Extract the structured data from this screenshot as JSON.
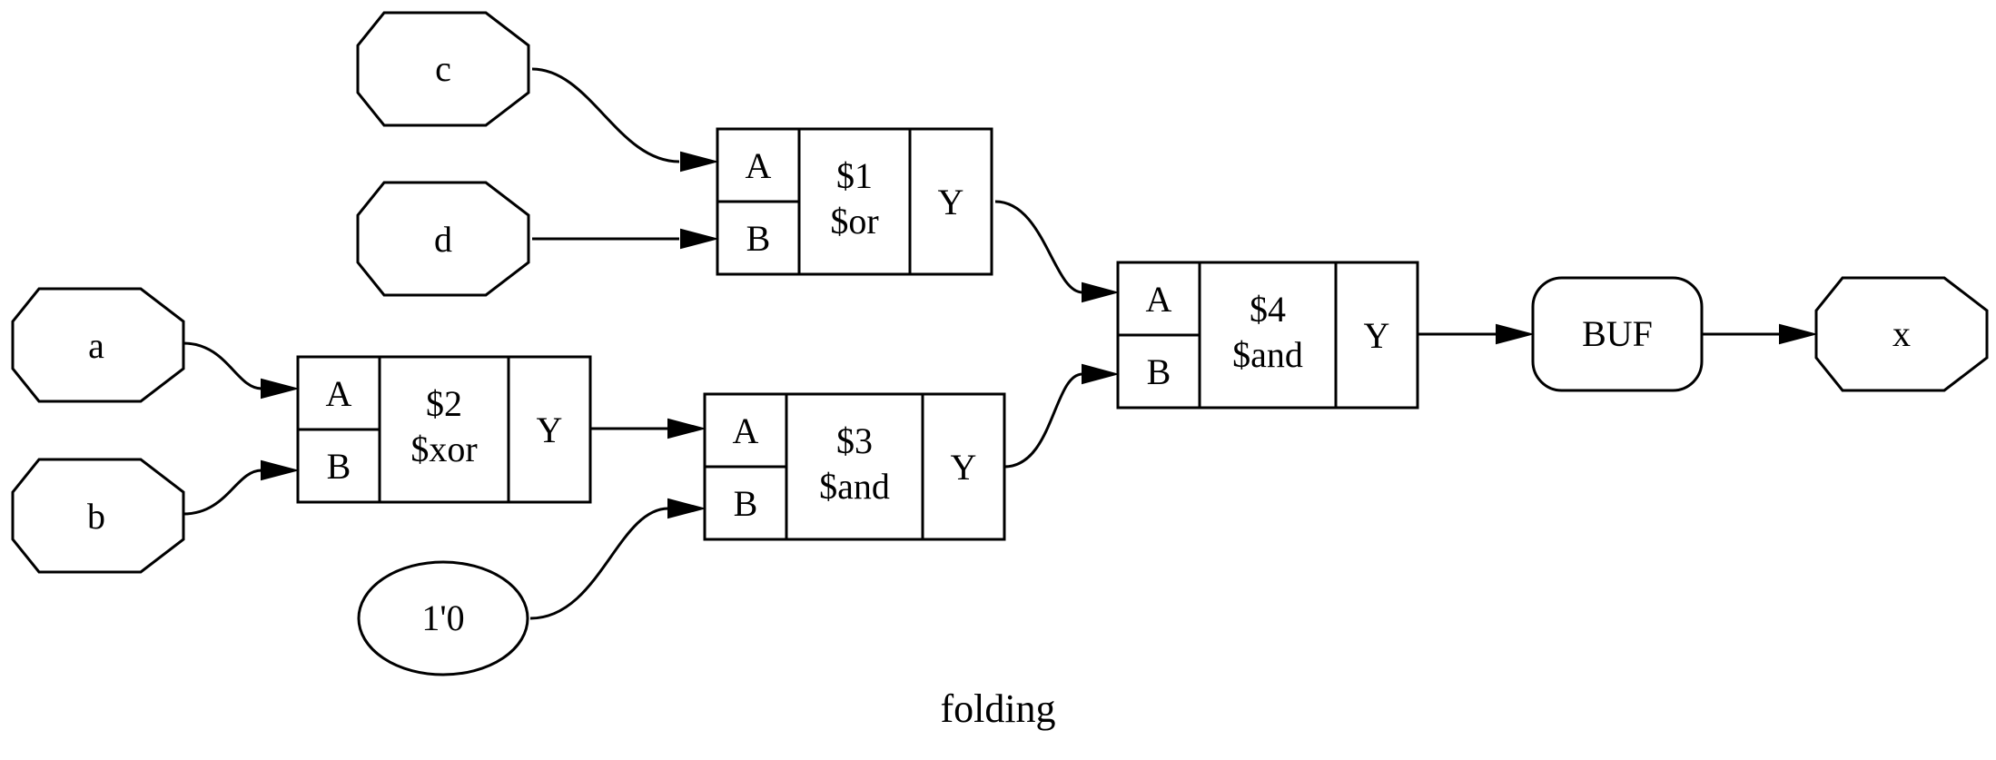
{
  "title": "folding",
  "ports": {
    "a": "a",
    "b": "b",
    "c": "c",
    "d": "d",
    "x": "x"
  },
  "constant": "1'0",
  "buffer": "BUF",
  "cells": {
    "or1": {
      "id": "$1",
      "type": "$or",
      "in_a": "A",
      "in_b": "B",
      "out": "Y"
    },
    "xor2": {
      "id": "$2",
      "type": "$xor",
      "in_a": "A",
      "in_b": "B",
      "out": "Y"
    },
    "and3": {
      "id": "$3",
      "type": "$and",
      "in_a": "A",
      "in_b": "B",
      "out": "Y"
    },
    "and4": {
      "id": "$4",
      "type": "$and",
      "in_a": "A",
      "in_b": "B",
      "out": "Y"
    }
  }
}
